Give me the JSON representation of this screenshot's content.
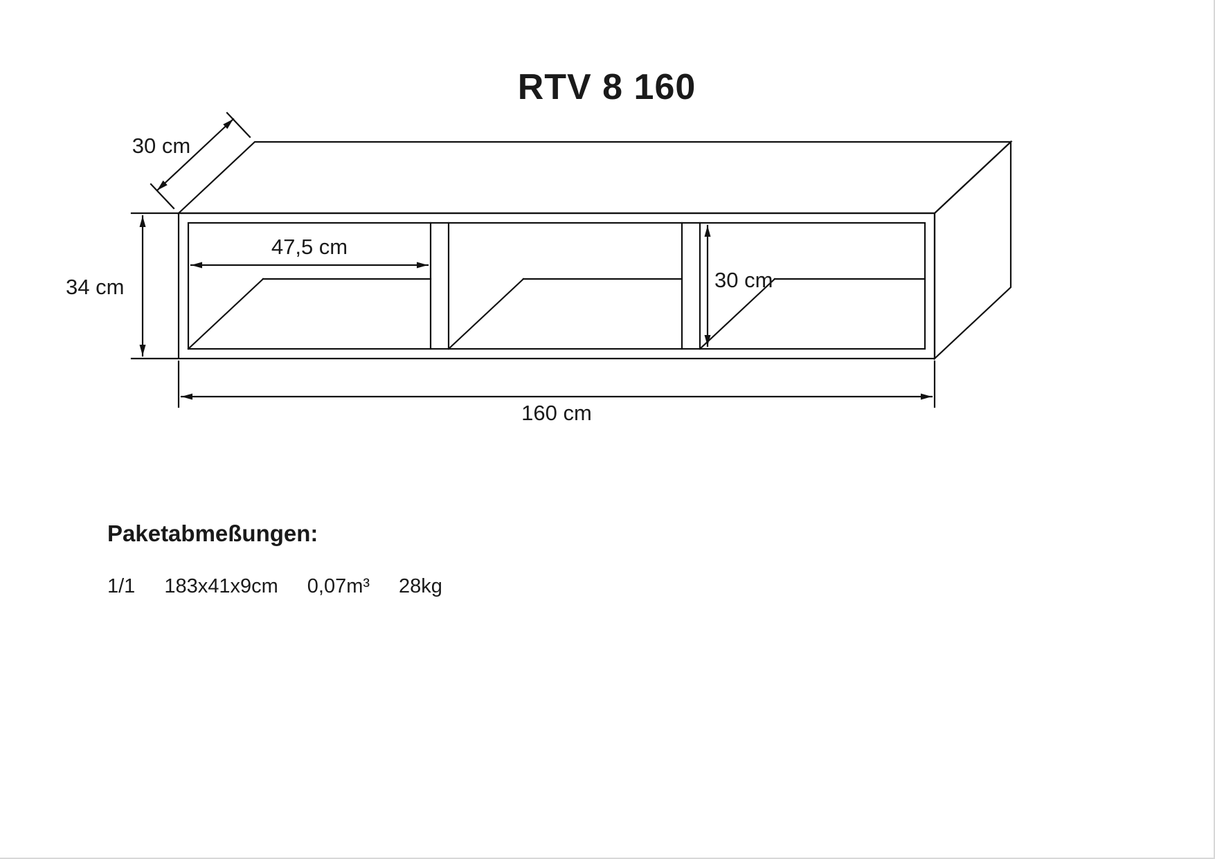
{
  "page": {
    "title": "RTV 8 160",
    "ink_color": "#111111"
  },
  "diagram": {
    "dims": {
      "depth": "30 cm",
      "height": "34 cm",
      "compartment_width": "47,5 cm",
      "inner_height": "30 cm",
      "total_width": "160 cm"
    }
  },
  "package": {
    "heading": "Paketabmeßungen:",
    "row": {
      "count": "1/1",
      "dimensions": "183x41x9cm",
      "volume": "0,07m³",
      "weight": "28kg"
    }
  }
}
